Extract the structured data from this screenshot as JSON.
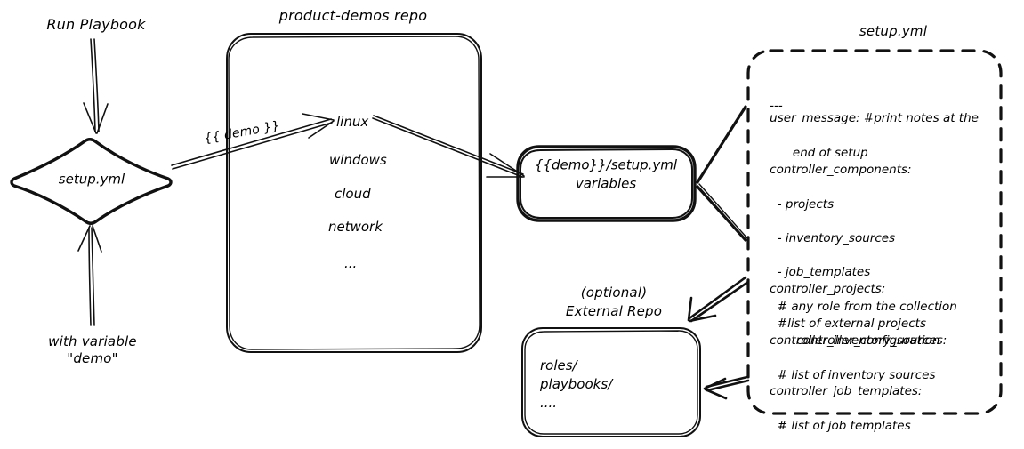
{
  "diagram": {
    "title_hidden": "",
    "stroke_color": "#111111",
    "background": "#ffffff"
  },
  "left_flow": {
    "top_label": "Run Playbook",
    "decision_node": "setup.yml",
    "bottom_label_line1": "with variable",
    "bottom_label_line2": "\"demo\""
  },
  "repo_box": {
    "title": "product-demos repo",
    "items": [
      "linux",
      "windows",
      "cloud",
      "network",
      "..."
    ]
  },
  "edges": {
    "demo_var_label": "{{ demo }}"
  },
  "variables_node": {
    "line1": "{{demo}}/setup.yml",
    "line2": "variables"
  },
  "external_repo": {
    "title_line1": "(optional)",
    "title_line2": "External Repo",
    "items": [
      "roles/",
      "playbooks/",
      "...."
    ]
  },
  "setup_yml_panel": {
    "title": "setup.yml",
    "blocks": [
      {
        "id": "doc-start",
        "lines": [
          "---"
        ]
      },
      {
        "id": "user-message",
        "lines": [
          "user_message: #print notes at the",
          "      end of setup"
        ]
      },
      {
        "id": "controller-components",
        "lines": [
          "controller_components:",
          "  - projects",
          "  - inventory_sources",
          "  - job_templates",
          "  # any role from the collection",
          "       controller_configuration"
        ]
      },
      {
        "id": "controller-projects",
        "lines": [
          "controller_projects:",
          "  #list of external projects"
        ]
      },
      {
        "id": "controller-inventory-sources",
        "lines": [
          "controller_inventory_sources:",
          "  # list of inventory sources"
        ]
      },
      {
        "id": "controller-job-templates",
        "lines": [
          "controller_job_templates:",
          "  # list of job templates"
        ]
      }
    ]
  }
}
